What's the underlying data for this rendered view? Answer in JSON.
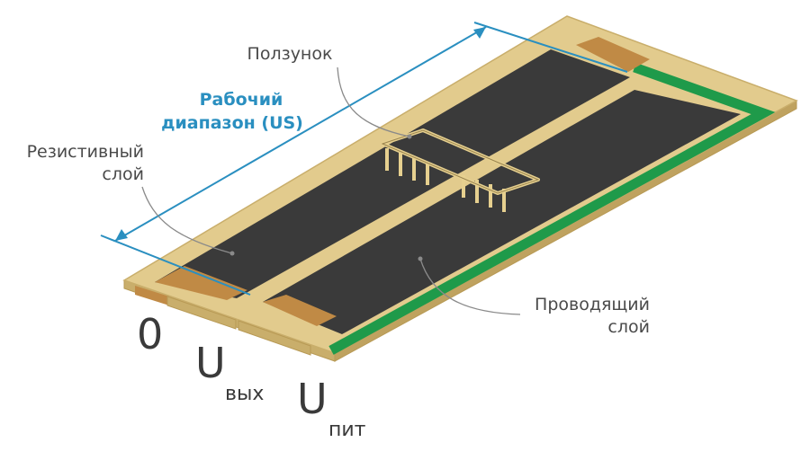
{
  "labels": {
    "slider": "Ползунок",
    "working_range_line1": "Рабочий",
    "working_range_line2": "диапазон (US)",
    "resistive_line1": "Резистивный",
    "resistive_line2": "слой",
    "conductive_line1": "Проводящий",
    "conductive_line2": "слой"
  },
  "pins": {
    "zero": "0",
    "out_main": "U",
    "out_sub": "вых",
    "supply_main": "U",
    "supply_sub": "пит"
  },
  "colors": {
    "board_top": "#e2cb8d",
    "board_side": "#c9ae6b",
    "board_edge": "#b89a55",
    "layer_dark": "#3a3a3a",
    "pad_copper": "#c08a45",
    "trace_green": "#1f9a4a",
    "accent_blue": "#2a8fc0",
    "text_gray": "#4a4a4a",
    "leader_gray": "#8a8a8a"
  }
}
